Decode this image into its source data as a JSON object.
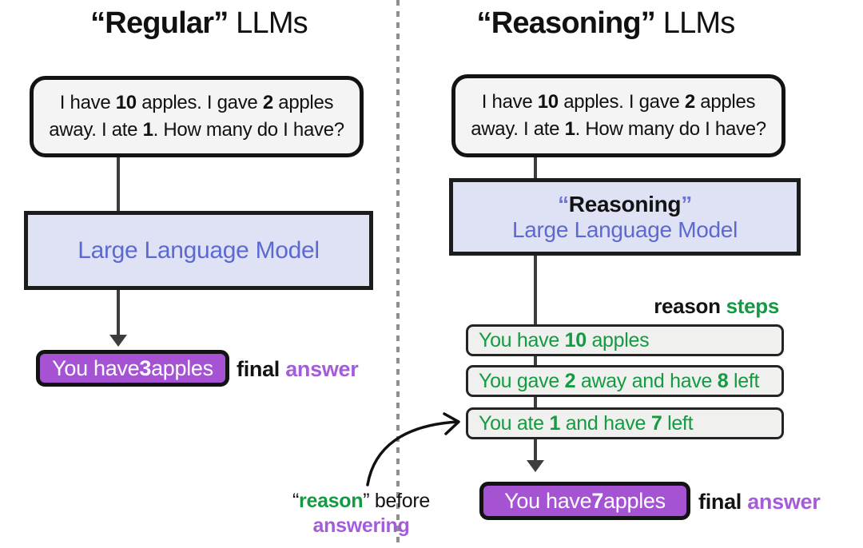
{
  "colors": {
    "purple_box": "#a653d3",
    "purple_text": "#a55cd9",
    "green": "#149a42",
    "periwinkle": "#5c69d1",
    "lavender_box": "#dee2f4",
    "prompt_box_gray": "#f4f4f4",
    "step_box_gray": "#f0f1ee",
    "arrow_dark": "#3d3d3d",
    "divider_gray": "#8f8f8f",
    "ink": "#131313"
  },
  "left": {
    "title": {
      "emph": "“Regular”",
      "rest": " LLMs"
    },
    "prompt": {
      "line1": [
        "I have ",
        "10",
        " apples. I gave ",
        "2",
        " apples"
      ],
      "line2": [
        "away. I ate ",
        "1",
        ". How many do I have?"
      ]
    },
    "model_box": {
      "label": "Large Language Model"
    },
    "answer_box": {
      "parts": [
        "You have ",
        "3",
        " apples"
      ]
    },
    "final_label": {
      "final": "final",
      "answer": " answer"
    }
  },
  "right": {
    "title": {
      "emph": "“Reasoning”",
      "rest": " LLMs"
    },
    "prompt": {
      "line1": [
        "I have ",
        "10",
        " apples. I gave ",
        "2",
        " apples"
      ],
      "line2": [
        "away. I ate ",
        "1",
        ". How many do I have?"
      ]
    },
    "model_box": {
      "quote_open": "“",
      "name": "Reasoning",
      "quote_close": "”",
      "label": "Large Language Model"
    },
    "steps_label": {
      "reason": "reason",
      "steps": " steps"
    },
    "steps": [
      {
        "parts": [
          "You have ",
          "10",
          " apples",
          "",
          ""
        ]
      },
      {
        "parts": [
          "You gave ",
          "2",
          " away and have ",
          "8",
          " left"
        ]
      },
      {
        "parts": [
          "You ate ",
          "1",
          " and have ",
          "7",
          " left"
        ]
      }
    ],
    "answer_box": {
      "parts": [
        "You have ",
        "7",
        " apples"
      ]
    },
    "final_label": {
      "final": "final",
      "answer": " answer"
    }
  },
  "annotation": {
    "quote_open": "“",
    "reason": "reason",
    "after": "” before",
    "line2": "answering"
  }
}
